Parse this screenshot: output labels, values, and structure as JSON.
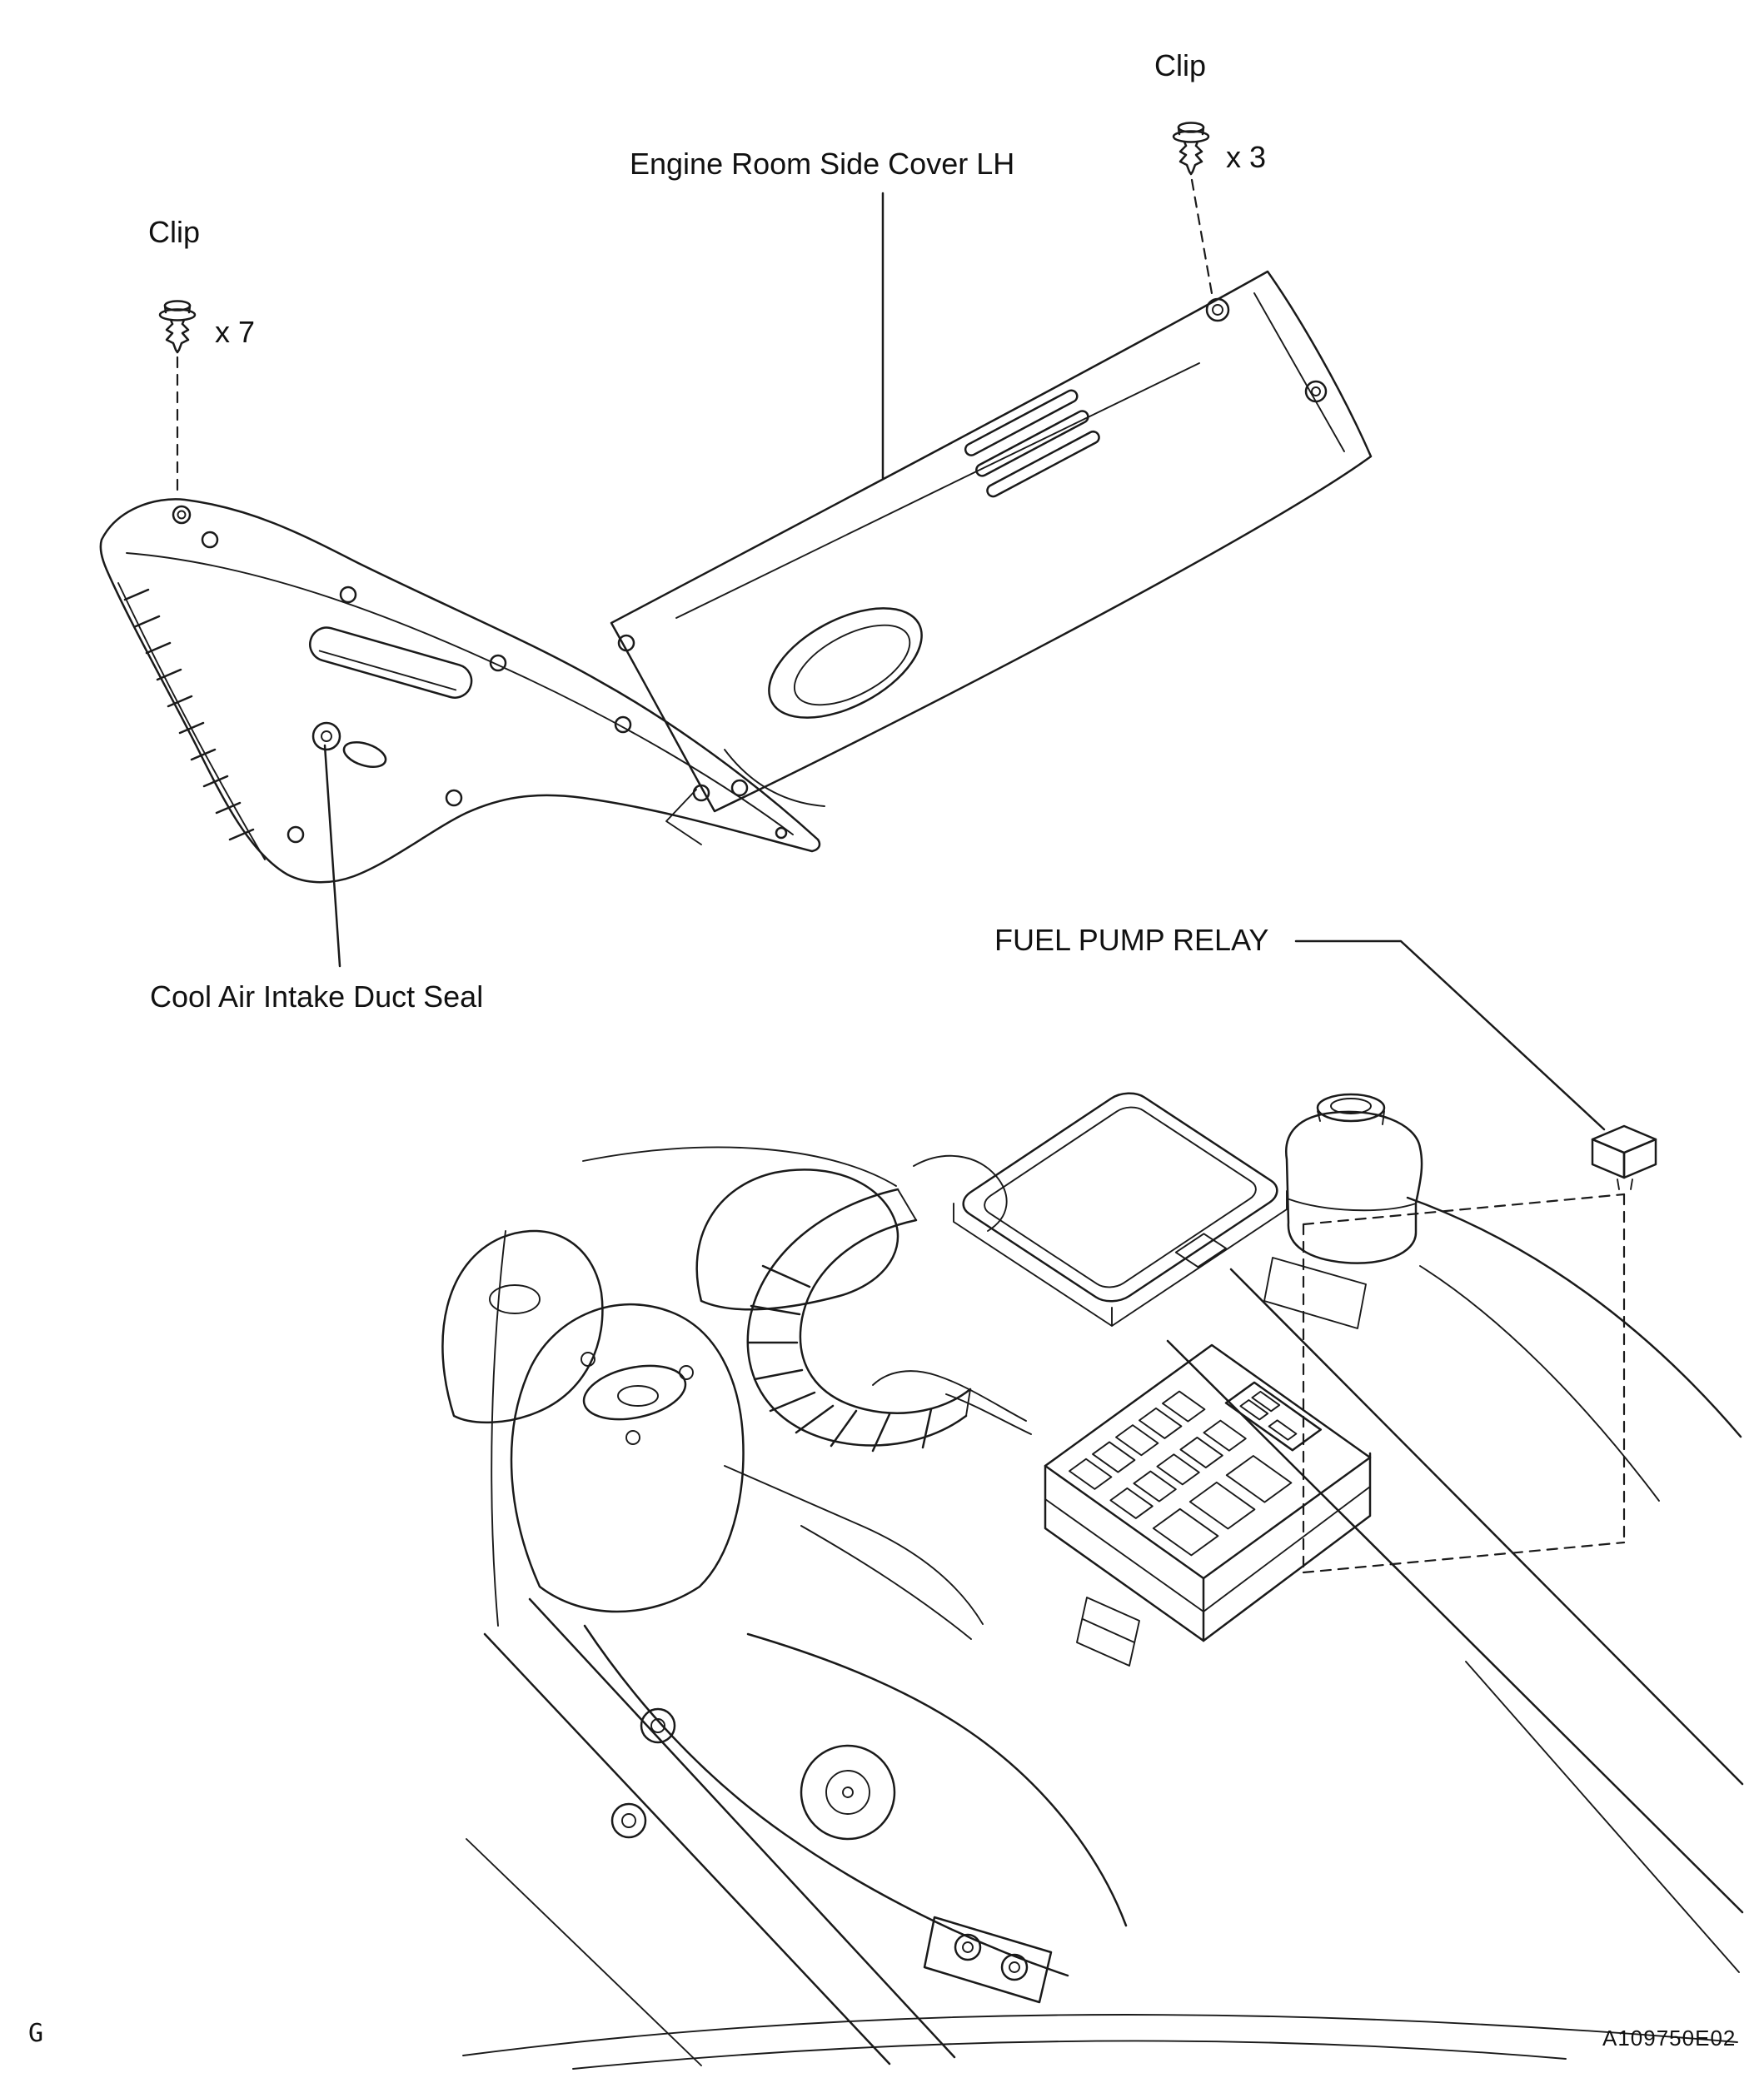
{
  "page": {
    "background_color": "#ffffff",
    "line_color": "#1a1a1a"
  },
  "callouts": {
    "clip_left": {
      "label": "Clip",
      "count": "x 7"
    },
    "clip_right": {
      "label": "Clip",
      "count": "x 3"
    },
    "engine_room_side_cover_lh": {
      "label": "Engine Room Side Cover LH"
    },
    "cool_air_intake_duct_seal": {
      "label": "Cool Air Intake Duct Seal"
    },
    "fuel_pump_relay": {
      "label": "FUEL PUMP RELAY"
    }
  },
  "icons": {
    "clip_icon": "push-pin-clip",
    "relay_icon": "relay-cube"
  },
  "footer": {
    "page_mark": "G",
    "figure_code": "A109750E02"
  }
}
